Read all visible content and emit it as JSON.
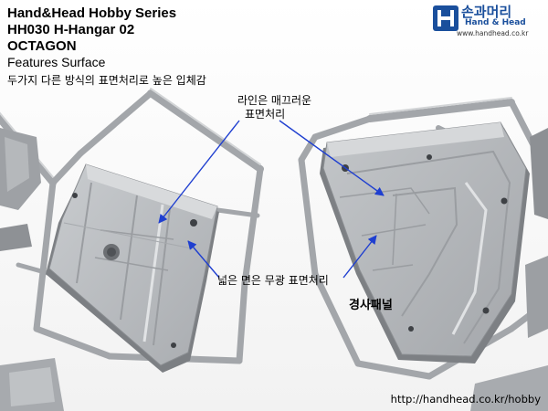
{
  "header": {
    "series": "Hand&Head Hobby Series",
    "code": "HH030  H-Hangar 02",
    "name": "OCTAGON",
    "features": "Features Surface",
    "description": "두가지 다른 방식의 표면처리로 높은 입체감"
  },
  "logo": {
    "korean": "손과머리",
    "english": "Hand & Head",
    "url": "www.handhead.co.kr"
  },
  "annotations": {
    "line_surface_1": "라인은 매끄러운",
    "line_surface_2": "표면처리",
    "matte_surface": "넓은 면은 무광 표면처리",
    "slope_panel": "경사패널"
  },
  "footer": {
    "url": "http://handhead.co.kr/hobby"
  },
  "colors": {
    "plastic": "#b8bbbe",
    "plastic_dark": "#8f9296",
    "arrow": "#1f3fd0",
    "brand": "#1a4f9c"
  }
}
